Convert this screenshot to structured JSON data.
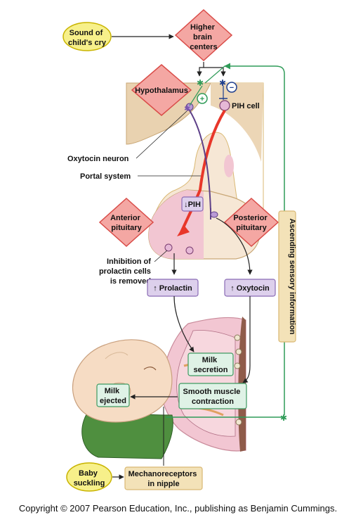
{
  "stimulus": {
    "cry": [
      "Sound of",
      "child's cry"
    ],
    "suckling": [
      "Baby",
      "suckling"
    ]
  },
  "brain": {
    "higher_centers": [
      "Higher",
      "brain",
      "centers"
    ],
    "hypothalamus": "Hypothalamus",
    "pih_cell": "PIH cell"
  },
  "signs": {
    "plus": "+",
    "minus": "−"
  },
  "labels": {
    "oxytocin_neuron": "Oxytocin neuron",
    "portal_system": "Portal system",
    "anterior_pituitary": [
      "Anterior",
      "pituitary"
    ],
    "posterior_pituitary": [
      "Posterior",
      "pituitary"
    ],
    "inhibition": [
      "Inhibition of",
      "prolactin cells",
      "is removed."
    ],
    "ascending": "Ascending sensory information"
  },
  "hormones": {
    "pih": "PIH",
    "prolactin": "Prolactin",
    "oxytocin": "Oxytocin",
    "arrow_down": "↓",
    "arrow_up": "↑"
  },
  "responses": {
    "milk_secretion": [
      "Milk",
      "secretion"
    ],
    "smooth_muscle": [
      "Smooth muscle",
      "contraction"
    ],
    "milk_ejected": [
      "Milk",
      "ejected"
    ],
    "mechanoreceptors": [
      "Mechanoreceptors",
      "in nipple"
    ]
  },
  "footer": "Copyright © 2007 Pearson Education, Inc., publishing as Benjamin Cummings.",
  "colors": {
    "diamond": "#f4a7a3",
    "diamond_border": "#d94c48",
    "yellow": "#f7f08a",
    "yellow_border": "#c9b400",
    "tan": "#f3e2b8",
    "tan_border": "#d9b873",
    "green": "#dff2e6",
    "green_border": "#3e9a62",
    "lavender": "#ddd0ec",
    "lavender_border": "#8a6bb5",
    "skin": "#f6e7d5",
    "pink": "#f2c6d2",
    "arrow_red": "#e8372a",
    "green_line": "#2f9b58"
  }
}
